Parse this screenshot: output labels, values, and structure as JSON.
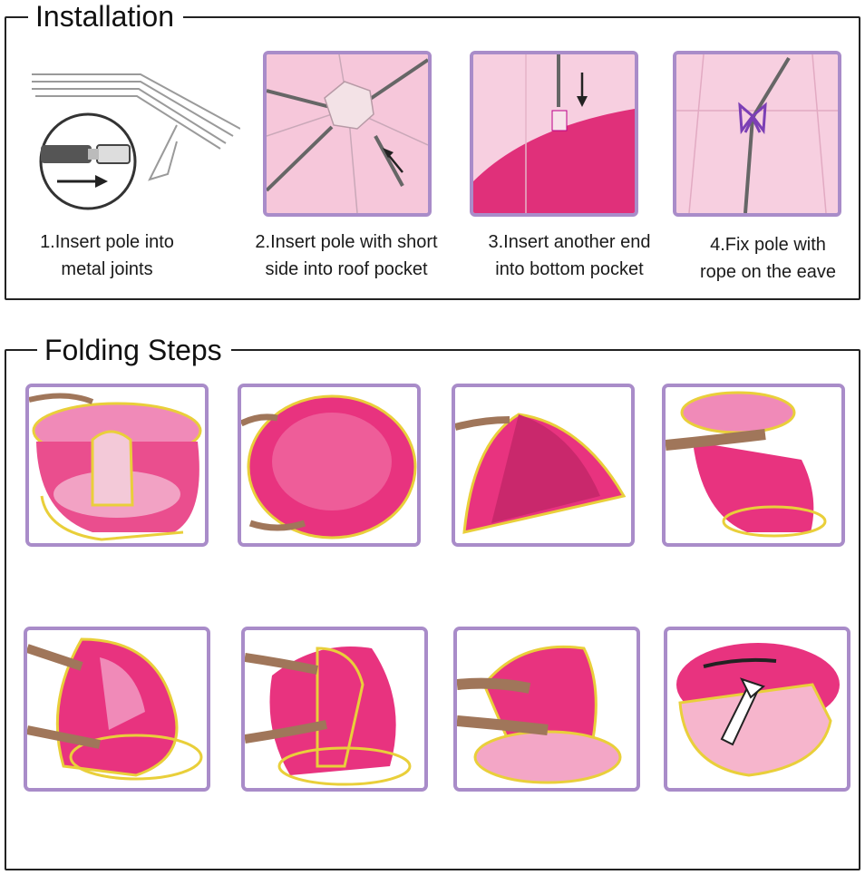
{
  "installation": {
    "title": "Installation",
    "steps": [
      {
        "icon": "pole-joint-illustration",
        "caption_line1": "1.Insert pole into",
        "caption_line2": "metal joints"
      },
      {
        "icon": "roof-pocket-illustration",
        "caption_line1": "2.Insert pole with short",
        "caption_line2": "side into roof pocket"
      },
      {
        "icon": "bottom-pocket-illustration",
        "caption_line1": "3.Insert another end",
        "caption_line2": "into bottom pocket"
      },
      {
        "icon": "rope-tie-illustration",
        "caption_line1": "4.Fix pole with",
        "caption_line2": "rope on the eave"
      }
    ]
  },
  "folding": {
    "title": "Folding Steps"
  },
  "colors": {
    "frame": "#a98cc9",
    "tent_pink": "#e8337f",
    "light_pink": "#f5c4d8",
    "rim_yellow": "#e9cf3a",
    "rope_purple": "#7c3fb5"
  }
}
